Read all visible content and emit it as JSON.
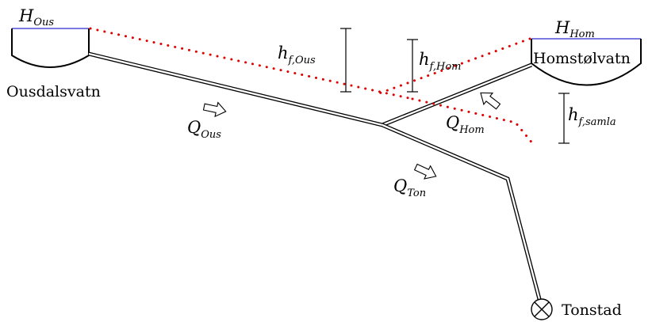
{
  "reservoirs": {
    "ousdal": {
      "name": "Ousdalsvatn",
      "head_symbol": "H",
      "head_sub": "Ous"
    },
    "homstol": {
      "name": "Homstølvatn",
      "head_symbol": "H",
      "head_sub": "Hom"
    }
  },
  "station": {
    "name": "Tonstad"
  },
  "flows": {
    "q_ous": {
      "symbol": "Q",
      "sub": "Ous"
    },
    "q_hom": {
      "symbol": "Q",
      "sub": "Hom"
    },
    "q_ton": {
      "symbol": "Q",
      "sub": "Ton"
    }
  },
  "head_losses": {
    "hf_ous": {
      "symbol": "h",
      "sub": "f,Ous"
    },
    "hf_hom": {
      "symbol": "h",
      "sub": "f,Hom"
    },
    "hf_samla": {
      "symbol": "h",
      "sub": "f,samla"
    }
  },
  "colors": {
    "water_surface": "#2a2ad0",
    "energy_line": "#e00000",
    "ink": "#000000"
  }
}
